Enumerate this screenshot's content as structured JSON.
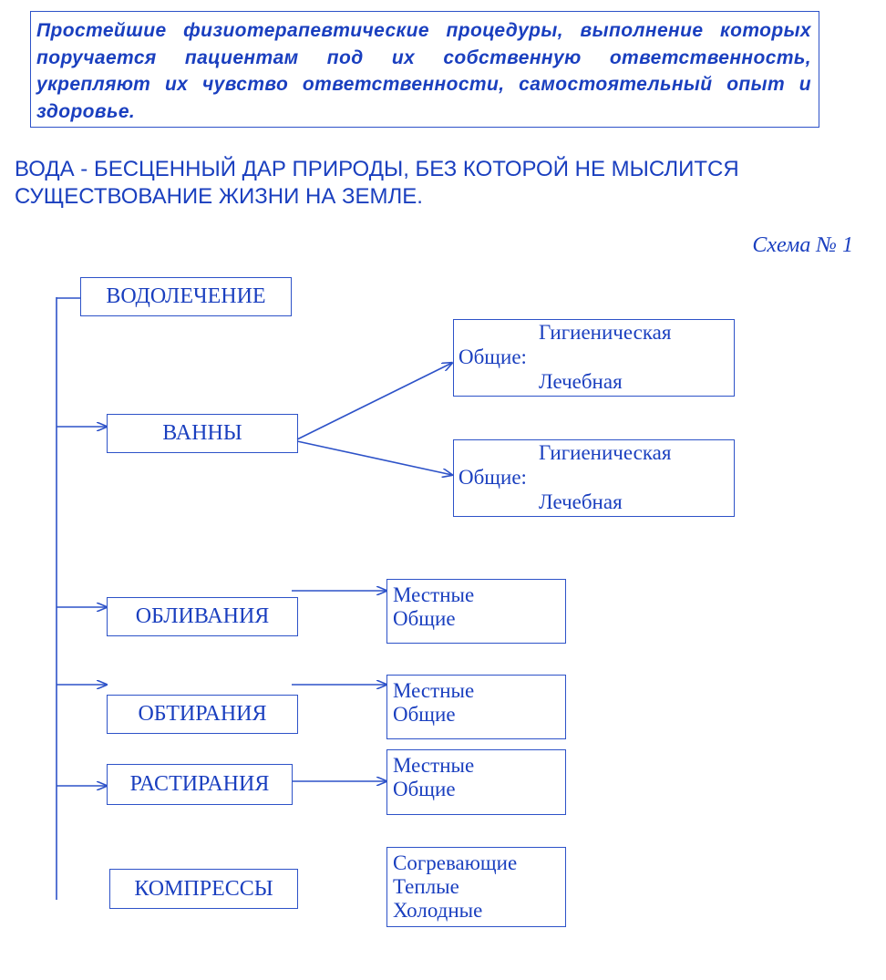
{
  "callout": {
    "text": "Простейшие физиотерапевтические процедуры, выполнение которых поручается пациентам под их собственную ответственность, укрепляют их чувство ответственности, самостоятельный опыт и здоровье."
  },
  "heading": {
    "line1": "ВОДА - БЕСЦЕННЫЙ ДАР ПРИРОДЫ, БЕЗ КОТОРОЙ НЕ МЫСЛИТСЯ",
    "line2": "СУЩЕСТВОВАНИЕ ЖИЗНИ НА ЗЕМЛЕ."
  },
  "scheme_label": "Схема № 1",
  "diagram": {
    "root": "ВОДОЛЕЧЕНИЕ",
    "vanny": {
      "label": "ВАННЫ",
      "upper": {
        "top": "Гигиеническая",
        "mid": "Общие:",
        "bottom": "Лечебная"
      },
      "lower": {
        "top": "Гигиеническая",
        "mid": "Общие:",
        "bottom": "Лечебная"
      }
    },
    "oblivaniya": {
      "label": "ОБЛИВАНИЯ",
      "items": [
        "Местные",
        "Общие"
      ]
    },
    "obtiraniya": {
      "label": "ОБТИРАНИЯ",
      "items": [
        "Местные",
        "Общие"
      ]
    },
    "rastiraniya": {
      "label": "РАСТИРАНИЯ",
      "items": [
        "Местные",
        "Общие"
      ]
    },
    "kompressy": {
      "label": "КОМПРЕССЫ",
      "items": [
        "Согревающие",
        "Теплые",
        "Холодные"
      ]
    },
    "line_color": "#2d52c8",
    "text_color": "#1a3fbf"
  }
}
